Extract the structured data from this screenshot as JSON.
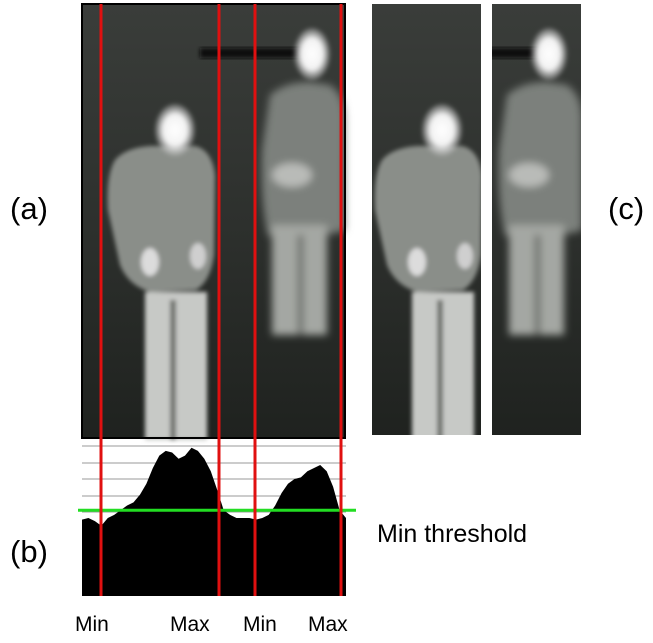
{
  "figure": {
    "panel_labels": {
      "a": "(a)",
      "b": "(b)",
      "c": "(c)"
    },
    "threshold_label": "Min threshold",
    "axis_labels": [
      "Min",
      "Max",
      "Min",
      "Max"
    ]
  },
  "colors": {
    "boundary_line": "#e01010",
    "threshold_line": "#22dd22",
    "histogram_fill": "#000000",
    "grid_line": "#999999",
    "thermal_background": "#2e302e"
  },
  "histogram": {
    "description_note": "",
    "profile": [
      0.49,
      0.5,
      0.48,
      0.45,
      0.5,
      0.52,
      0.55,
      0.58,
      0.6,
      0.65,
      0.72,
      0.82,
      0.9,
      0.93,
      0.92,
      0.88,
      0.9,
      0.95,
      0.93,
      0.88,
      0.8,
      0.68,
      0.55,
      0.52,
      0.5,
      0.5,
      0.5,
      0.49,
      0.5,
      0.52,
      0.58,
      0.66,
      0.72,
      0.75,
      0.76,
      0.8,
      0.82,
      0.84,
      0.8,
      0.7,
      0.55,
      0.5
    ],
    "threshold_level": 0.55
  }
}
